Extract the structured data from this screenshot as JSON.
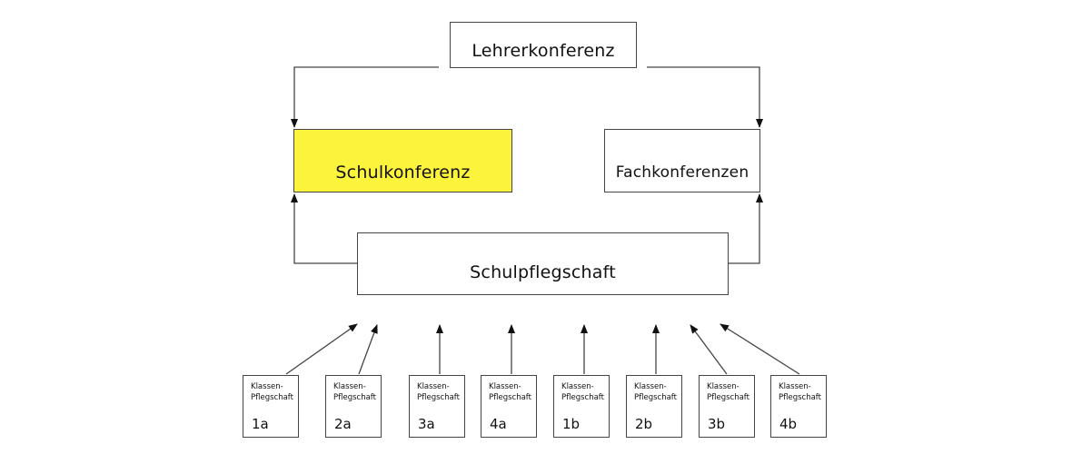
{
  "nodes": {
    "lehrerkonferenz": "Lehrerkonferenz",
    "schulkonferenz": "Schulkonferenz",
    "fachkonferenzen": "Fachkonferenzen",
    "schulpflegschaft": "Schulpflegschaft"
  },
  "klassen": [
    {
      "line1": "Klassen-",
      "line2": "Pflegschaft",
      "id": "1a"
    },
    {
      "line1": "Klassen-",
      "line2": "Pflegschaft",
      "id": "2a"
    },
    {
      "line1": "Klassen-",
      "line2": "Pflegschaft",
      "id": "3a"
    },
    {
      "line1": "Klassen-",
      "line2": "Pflegschaft",
      "id": "4a"
    },
    {
      "line1": "Klassen-",
      "line2": "Pflegschaft",
      "id": "1b"
    },
    {
      "line1": "Klassen-",
      "line2": "Pflegschaft",
      "id": "2b"
    },
    {
      "line1": "Klassen-",
      "line2": "Pflegschaft",
      "id": "3b"
    },
    {
      "line1": "Klassen-",
      "line2": "Pflegschaft",
      "id": "4b"
    }
  ],
  "colors": {
    "highlight": "#fcf33c",
    "line": "#444444"
  }
}
